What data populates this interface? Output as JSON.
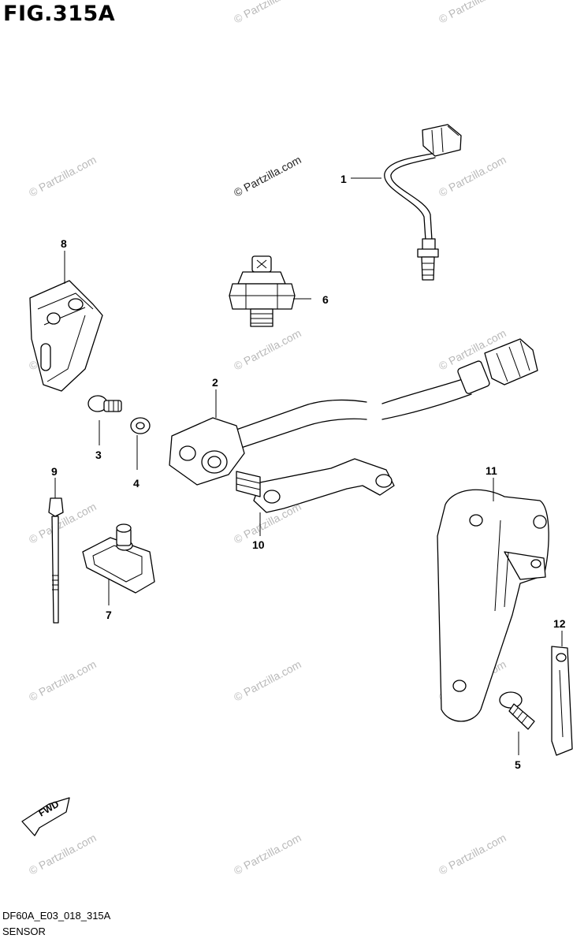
{
  "figure_title": "FIG.315A",
  "diagram_code": "DF60A_E03_018_315A",
  "caption": "SENSOR",
  "fwd_label": "FWD",
  "watermark_text": "© Partzilla.com",
  "callouts": [
    {
      "id": "c1",
      "label": "1"
    },
    {
      "id": "c2",
      "label": "2"
    },
    {
      "id": "c3",
      "label": "3"
    },
    {
      "id": "c4",
      "label": "4"
    },
    {
      "id": "c5",
      "label": "5"
    },
    {
      "id": "c6",
      "label": "6"
    },
    {
      "id": "c7",
      "label": "7"
    },
    {
      "id": "c8",
      "label": "8"
    },
    {
      "id": "c9",
      "label": "9"
    },
    {
      "id": "c10",
      "label": "10"
    },
    {
      "id": "c11",
      "label": "11"
    },
    {
      "id": "c12",
      "label": "12"
    }
  ]
}
